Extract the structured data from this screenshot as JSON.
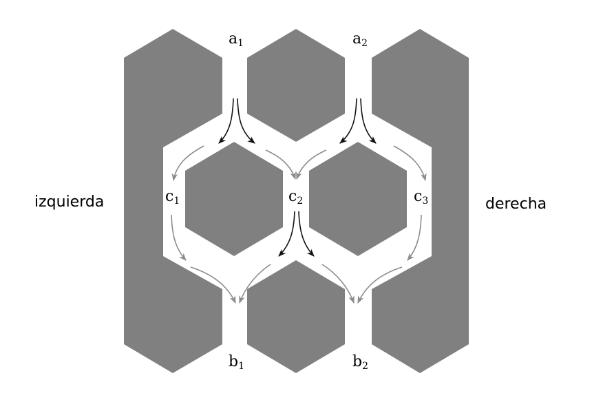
{
  "labels": {
    "left": "izquierda",
    "right": "derecha",
    "nodes": [
      {
        "id": "a1",
        "base": "a",
        "sub": "1"
      },
      {
        "id": "a2",
        "base": "a",
        "sub": "2"
      },
      {
        "id": "c1",
        "base": "c",
        "sub": "1"
      },
      {
        "id": "c2",
        "base": "c",
        "sub": "2"
      },
      {
        "id": "c3",
        "base": "c",
        "sub": "3"
      },
      {
        "id": "b1",
        "base": "b",
        "sub": "1"
      },
      {
        "id": "b2",
        "base": "b",
        "sub": "2"
      }
    ]
  },
  "colors": {
    "shape": "#808080",
    "arrow_dark": "#111111",
    "arrow_light": "#8c8c8c"
  }
}
